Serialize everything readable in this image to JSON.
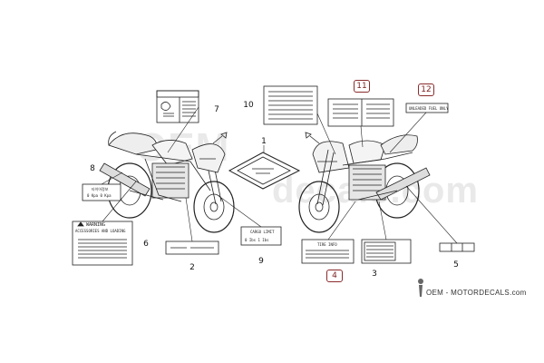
{
  "watermark": {
    "line1": "OEM",
    "line2": "decals.com"
  },
  "callouts": [
    {
      "id": "n1",
      "text": "1",
      "boxed": false
    },
    {
      "id": "n2",
      "text": "2",
      "boxed": false
    },
    {
      "id": "n3",
      "text": "3",
      "boxed": false
    },
    {
      "id": "n4",
      "text": "4",
      "boxed": true
    },
    {
      "id": "n5",
      "text": "5",
      "boxed": false
    },
    {
      "id": "n6",
      "text": "6",
      "boxed": false
    },
    {
      "id": "n7",
      "text": "7",
      "boxed": false
    },
    {
      "id": "n8",
      "text": "8",
      "boxed": false
    },
    {
      "id": "n9",
      "text": "9",
      "boxed": false
    },
    {
      "id": "n10",
      "text": "10",
      "boxed": false
    },
    {
      "id": "n11",
      "text": "11",
      "boxed": true
    },
    {
      "id": "n12",
      "text": "12",
      "boxed": true
    }
  ],
  "labels": {
    "unleaded": "UNLEADED FUEL ONLY",
    "warning_title": "WARNING",
    "warning_sub": "ACCESSORIES AND LOADING",
    "cargo": "CARGO LIMIT",
    "cargo_vals": "0 Ibs    1 Ibs",
    "tire": "TIRE INFO",
    "l8_a": "타이어정보",
    "l8_b": "0 Kpa  0 Kpa"
  },
  "footer": {
    "site": "OEM - MOTORDECALS.com"
  },
  "colors": {
    "line": "#222222",
    "accent": "#7a1e1e",
    "watermark": "#e9e9e9"
  }
}
